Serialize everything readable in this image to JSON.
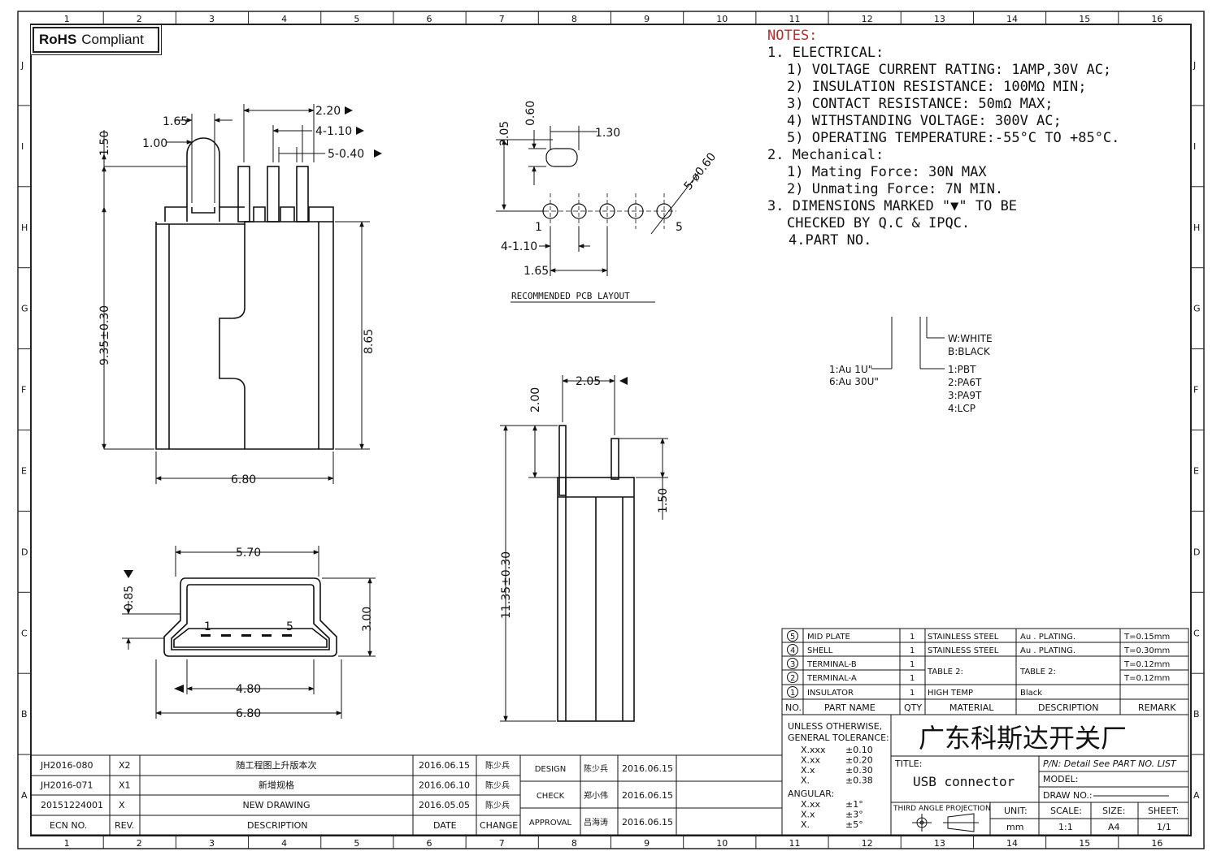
{
  "rohs": {
    "bold": "RoHS",
    "text": "Compliant"
  },
  "border": {
    "columns": [
      "1",
      "2",
      "3",
      "4",
      "5",
      "6",
      "7",
      "8",
      "9",
      "10",
      "11",
      "12",
      "13",
      "14",
      "15",
      "16"
    ],
    "rows": [
      "J",
      "I",
      "H",
      "G",
      "F",
      "E",
      "D",
      "C",
      "B",
      "A"
    ]
  },
  "notes": {
    "title": "NOTES:",
    "electrical": "1. ELECTRICAL:",
    "e1": "1) VOLTAGE CURRENT RATING: 1AMP,30V AC;",
    "e2": "2) INSULATION RESISTANCE: 100MΩ MIN;",
    "e3": "3) CONTACT RESISTANCE: 50mΩ MAX;",
    "e4": "4) WITHSTANDING VOLTAGE: 300V AC;",
    "e5": "5) OPERATING TEMPERATURE:-55°C TO +85°C.",
    "mechanical": "2. Mechanical:",
    "m1": "1) Mating Force: 30N MAX",
    "m2": "2) Unmating Force: 7N MIN.",
    "dim1": "3. DIMENSIONS MARKED \"▼\" TO BE",
    "dim2": "CHECKED BY Q.C & IPQC.",
    "part": "4.PART NO."
  },
  "part_no_legend": {
    "color": [
      "W:WHITE",
      "B:BLACK"
    ],
    "plating": [
      "1:Au 1U\"",
      "6:Au 30U\""
    ],
    "material": [
      "1:PBT",
      "2:PA6T",
      "3:PA9T",
      "4:LCP"
    ]
  },
  "front_view": {
    "dims": [
      "1.65",
      "1.00",
      "1.50",
      "2.20",
      "4-1.10",
      "5-0.40",
      "9.35±0.30",
      "8.65",
      "6.80"
    ]
  },
  "pcb_layout": {
    "dims": [
      "2.05",
      "0.60",
      "1.30",
      "5-ø0.60",
      "4-1.10",
      "1.65"
    ],
    "pin_first": "1",
    "pin_last": "5",
    "caption": "RECOMMENDED PCB LAYOUT"
  },
  "side_view": {
    "dims": [
      "2.05",
      "2.00",
      "1.50",
      "11.35±0.30"
    ]
  },
  "end_view": {
    "dims": [
      "5.70",
      "0.85",
      "3.00",
      "4.80",
      "6.80"
    ],
    "pin_first": "1",
    "pin_last": "5"
  },
  "bom": {
    "rows": [
      {
        "no": "5",
        "part_name": "MID PLATE",
        "qty": "1",
        "material": "STAINLESS STEEL",
        "description": "Au . PLATING.",
        "remark": "T=0.15mm"
      },
      {
        "no": "4",
        "part_name": "SHELL",
        "qty": "1",
        "material": "STAINLESS STEEL",
        "description": "Au . PLATING.",
        "remark": "T=0.30mm"
      },
      {
        "no": "3",
        "part_name": "TERMINAL-B",
        "qty": "1",
        "material": "TABLE 2:",
        "description": "TABLE 2:",
        "remark": "T=0.12mm"
      },
      {
        "no": "2",
        "part_name": "TERMINAL-A",
        "qty": "1",
        "material": "",
        "description": "",
        "remark": "T=0.12mm"
      },
      {
        "no": "1",
        "part_name": "INSULATOR",
        "qty": "1",
        "material": "HIGH TEMP",
        "description": "Black",
        "remark": ""
      }
    ],
    "headers": [
      "NO.",
      "PART NAME",
      "QTY",
      "MATERIAL",
      "DESCRIPTION",
      "REMARK"
    ]
  },
  "title_block": {
    "tolerance_title1": "UNLESS OTHERWISE,",
    "tolerance_title2": "GENERAL TOLERANCE:",
    "tolerances": [
      [
        "X.xxx",
        "±0.10"
      ],
      [
        "X.xx",
        "±0.20"
      ],
      [
        "X.x",
        "±0.30"
      ],
      [
        "X.",
        "±0.38"
      ]
    ],
    "angular_title": "ANGULAR:",
    "angular": [
      [
        "X.xx",
        "±1°"
      ],
      [
        "X.x",
        "±3°"
      ],
      [
        "X.",
        "±5°"
      ]
    ],
    "company": "广东科斯达开关厂",
    "title_label": "TITLE:",
    "title_value": "USB connector",
    "pn": "P/N: Detail See PART NO. LIST",
    "model": "MODEL:",
    "draw_no": "DRAW NO.:",
    "projection": "THIRD ANGLE PROJECTION",
    "unit_label": "UNIT:",
    "unit_value": "mm",
    "scale_label": "SCALE:",
    "scale_value": "1:1",
    "size_label": "SIZE:",
    "size_value": "A4",
    "sheet_label": "SHEET:",
    "sheet_value": "1/1"
  },
  "revisions": {
    "rows": [
      {
        "ecn": "JH2016-080",
        "rev": "X2",
        "description": "随工程图上升版本次",
        "date": "2016.06.15",
        "change": "陈少兵"
      },
      {
        "ecn": "JH2016-071",
        "rev": "X1",
        "description": "新增规格",
        "date": "2016.06.10",
        "change": "陈少兵"
      },
      {
        "ecn": "20151224001",
        "rev": "X",
        "description": "NEW DRAWING",
        "date": "2016.05.05",
        "change": "陈少兵"
      }
    ],
    "headers": [
      "ECN NO.",
      "REV.",
      "DESCRIPTION",
      "DATE",
      "CHANGE"
    ]
  },
  "approvals": [
    {
      "role": "DESIGN",
      "name": "陈少兵",
      "date": "2016.06.15"
    },
    {
      "role": "CHECK",
      "name": "郑小伟",
      "date": "2016.06.15"
    },
    {
      "role": "APPROVAL",
      "name": "吕海涛",
      "date": "2016.06.15"
    }
  ]
}
